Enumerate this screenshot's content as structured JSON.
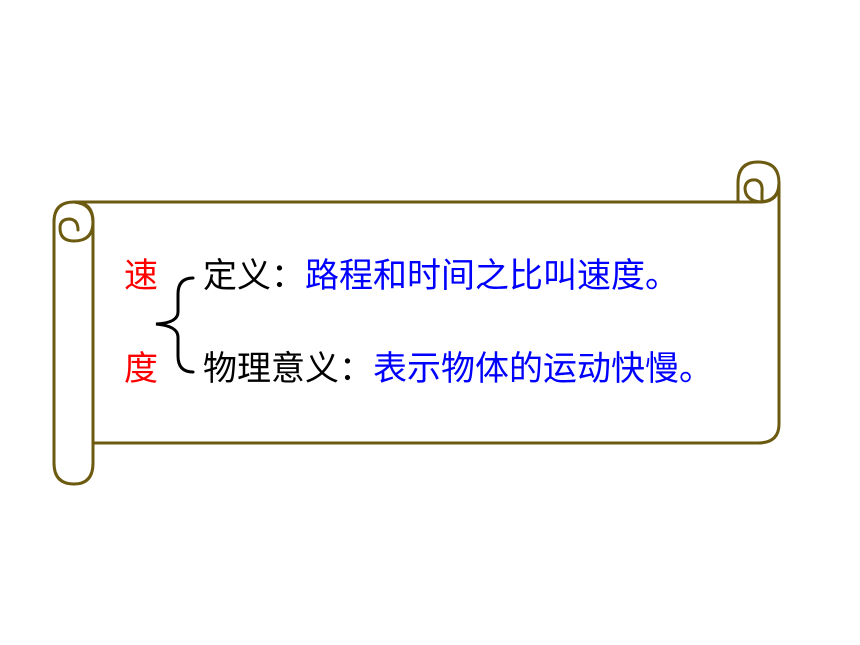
{
  "term": {
    "char1": "速",
    "char2": "度"
  },
  "definition": {
    "label": "定义：",
    "text": "路程和时间之比叫速度。"
  },
  "meaning": {
    "label": "物理意义：",
    "text": "表示物体的运动快慢。"
  },
  "colors": {
    "scroll_outline": "#6b5a10",
    "term": "#ff0000",
    "label": "#000000",
    "content": "#0000ff"
  }
}
